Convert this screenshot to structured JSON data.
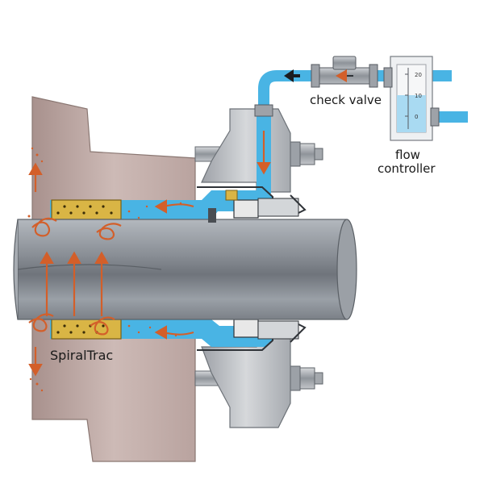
{
  "labels": {
    "check_valve": "check valve",
    "flow_controller_line1": "flow",
    "flow_controller_line2": "controller",
    "spiraltrac": "SpiralTrac"
  },
  "flow_meter": {
    "scale": [
      "20",
      "10",
      "0"
    ]
  },
  "colors": {
    "housing": "#c9b5b1",
    "shaft": "#8d9298",
    "fluid": "#49b4e4",
    "brass": "#d9b545",
    "arrow": "#d35f2a",
    "gland": "#b9bcc1"
  }
}
